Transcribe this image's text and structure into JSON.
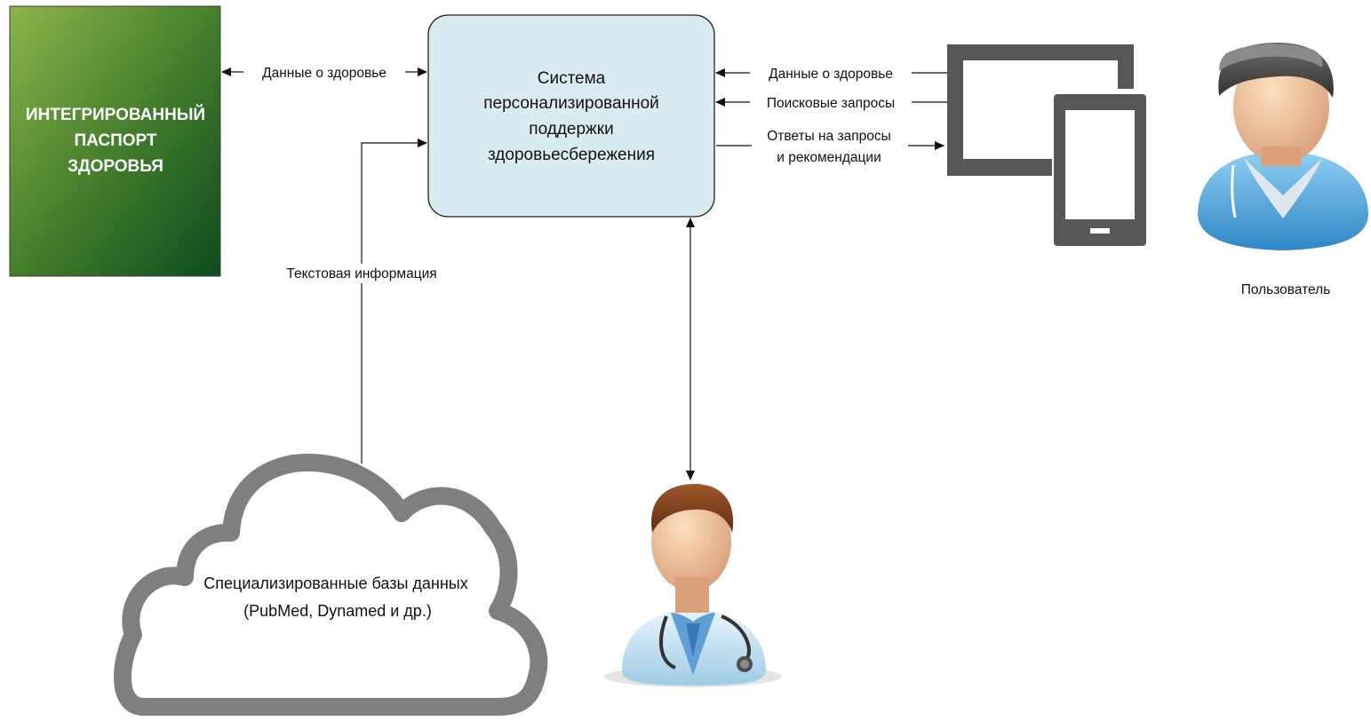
{
  "passport": {
    "lines": [
      "ИНТЕГРИРОВАННЫЙ",
      "ПАСПОРТ",
      "ЗДОРОВЬЯ"
    ]
  },
  "system": {
    "lines": [
      "Система",
      "персонализированной",
      "поддержки",
      "здоровьесбережения"
    ]
  },
  "edges": {
    "passport_system": "Данные о здоровье",
    "device_health": "Данные о здоровье",
    "device_search": "Поисковые запросы",
    "system_device": [
      "Ответы на запросы",
      "и рекомендации"
    ],
    "cloud_system": "Текстовая информация"
  },
  "cloud": {
    "lines": [
      "Специализированные базы данных",
      "(PubMed, Dynamed и др.)"
    ]
  },
  "user": {
    "label": "Пользователь"
  },
  "colors": {
    "passport_top": "#8db44a",
    "passport_bottom": "#0d4a1f",
    "system_fill": "#d9ecf2",
    "device": "#575757",
    "cloud_stroke": "#7f7f7f"
  },
  "icons": [
    "passport-box",
    "tablet-icon",
    "phone-icon",
    "user-avatar-icon",
    "doctor-avatar-icon",
    "cloud-shape"
  ]
}
